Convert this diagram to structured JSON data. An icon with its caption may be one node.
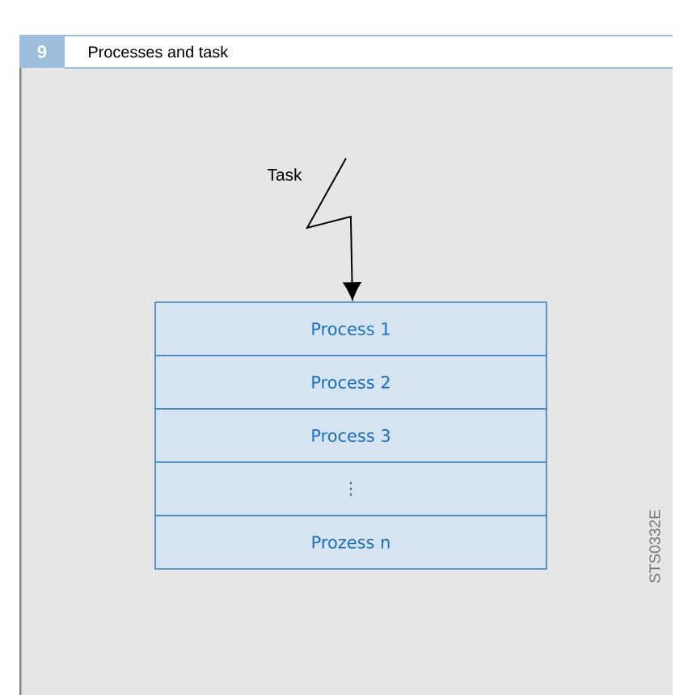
{
  "diagram": {
    "title": "Processes and task",
    "nodes": [
      {
        "text": [
          "Task"
        ]
      },
      {
        "text": [
          "Process 1"
        ]
      },
      {
        "text": [
          "Process 2"
        ]
      },
      {
        "text": [
          "Process 3"
        ]
      },
      {
        "text": [
          "⋮"
        ]
      },
      {
        "text": [
          "Prozess n"
        ]
      }
    ],
    "edges": [
      {
        "from": 0,
        "to": 1,
        "arrow": "to"
      }
    ],
    "labels": [
      "9",
      "STS0332E"
    ]
  }
}
